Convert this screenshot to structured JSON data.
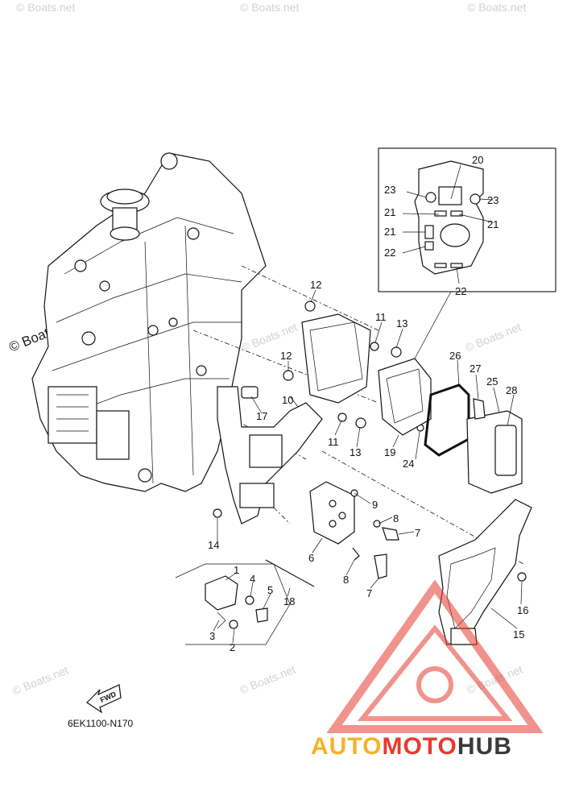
{
  "diagram_code": "6EK1100-N170",
  "watermark": "© Boats.net",
  "fwd_label": "FWD",
  "logo": {
    "part1": "AUTO",
    "part2": "MOTO",
    "part3": "HUB",
    "color_red": "#e63a2f",
    "color_yellow": "#f7b22b",
    "color_dark": "#3a3a3a"
  },
  "callouts": {
    "c1": "1",
    "c2": "2",
    "c3": "3",
    "c4": "4",
    "c5": "5",
    "c6": "6",
    "c7a": "7",
    "c7b": "7",
    "c8a": "8",
    "c8b": "8",
    "c9": "9",
    "c10": "10",
    "c11a": "11",
    "c11b": "11",
    "c12a": "12",
    "c12b": "12",
    "c13a": "13",
    "c13b": "13",
    "c14": "14",
    "c15": "15",
    "c16": "16",
    "c17": "17",
    "c18": "18",
    "c19": "19",
    "c20": "20",
    "c21a": "21",
    "c21b": "21",
    "c21c": "21",
    "c22a": "22",
    "c22b": "22",
    "c23a": "23",
    "c23b": "23",
    "c24": "24",
    "c25": "25",
    "c26": "26",
    "c27": "27",
    "c28": "28"
  }
}
